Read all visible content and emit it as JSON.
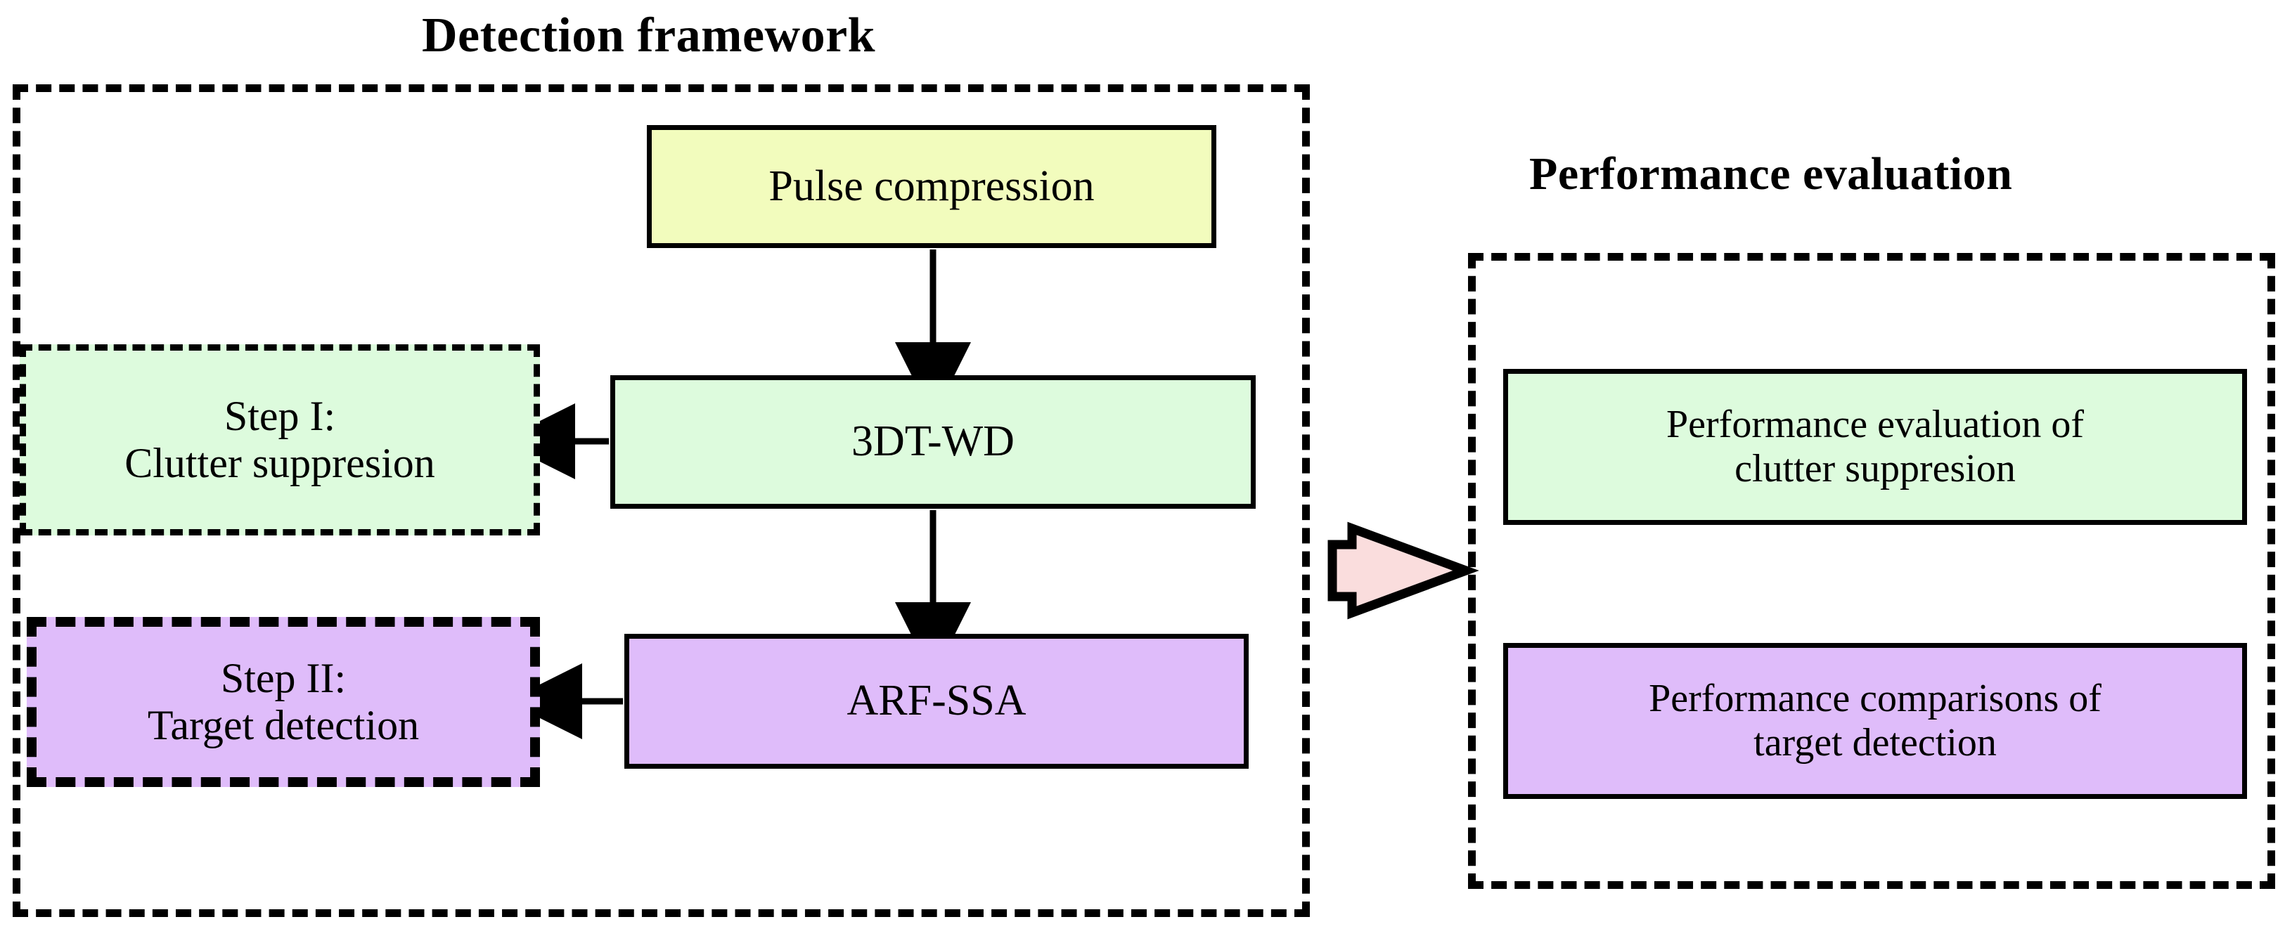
{
  "figure": {
    "type": "flow-diagram",
    "background_color": "#ffffff"
  },
  "panels": {
    "detection": {
      "title": "Detection framework",
      "border_style": "dashed",
      "border_color": "#000000"
    },
    "performance": {
      "title": "Performance evaluation",
      "border_style": "dashed",
      "border_color": "#000000"
    }
  },
  "boxes": {
    "pulse_compression": {
      "label": "Pulse compression",
      "fill": "#f2fcbd",
      "border": "solid"
    },
    "dt_wd": {
      "label": "3DT-WD",
      "fill": "#ddfbdd",
      "border": "solid"
    },
    "arf_ssa": {
      "label": "ARF-SSA",
      "fill": "#dfbcfa",
      "border": "solid"
    },
    "step_one": {
      "label": "Step I:\nClutter suppresion",
      "fill": "#ddfbdd",
      "border": "dashed-thin"
    },
    "step_two": {
      "label": "Step II:\nTarget detection",
      "fill": "#dfbcfa",
      "border": "dashed-thick"
    },
    "perf_eval_clutter": {
      "label": "Performance evaluation of\nclutter suppresion",
      "fill": "#ddfbdd",
      "border": "solid"
    },
    "perf_comp_target": {
      "label": "Performance comparisons of\ntarget detection",
      "fill": "#dfbcfa",
      "border": "solid"
    }
  },
  "connectors": {
    "pulse_to_dtwd": {
      "name": "arrow-down-pulse-to-3dtwd",
      "direction": "down"
    },
    "dtwd_to_step1": {
      "name": "arrow-left-3dtwd-to-step1",
      "direction": "left"
    },
    "dtwd_to_arfssa": {
      "name": "arrow-down-3dtwd-to-arfssa",
      "direction": "down"
    },
    "arfssa_to_step2": {
      "name": "arrow-left-arfssa-to-step2",
      "direction": "left"
    },
    "framework_to_performance": {
      "name": "block-arrow-right",
      "direction": "right",
      "fill": "#fadddd",
      "stroke": "#000000"
    }
  }
}
